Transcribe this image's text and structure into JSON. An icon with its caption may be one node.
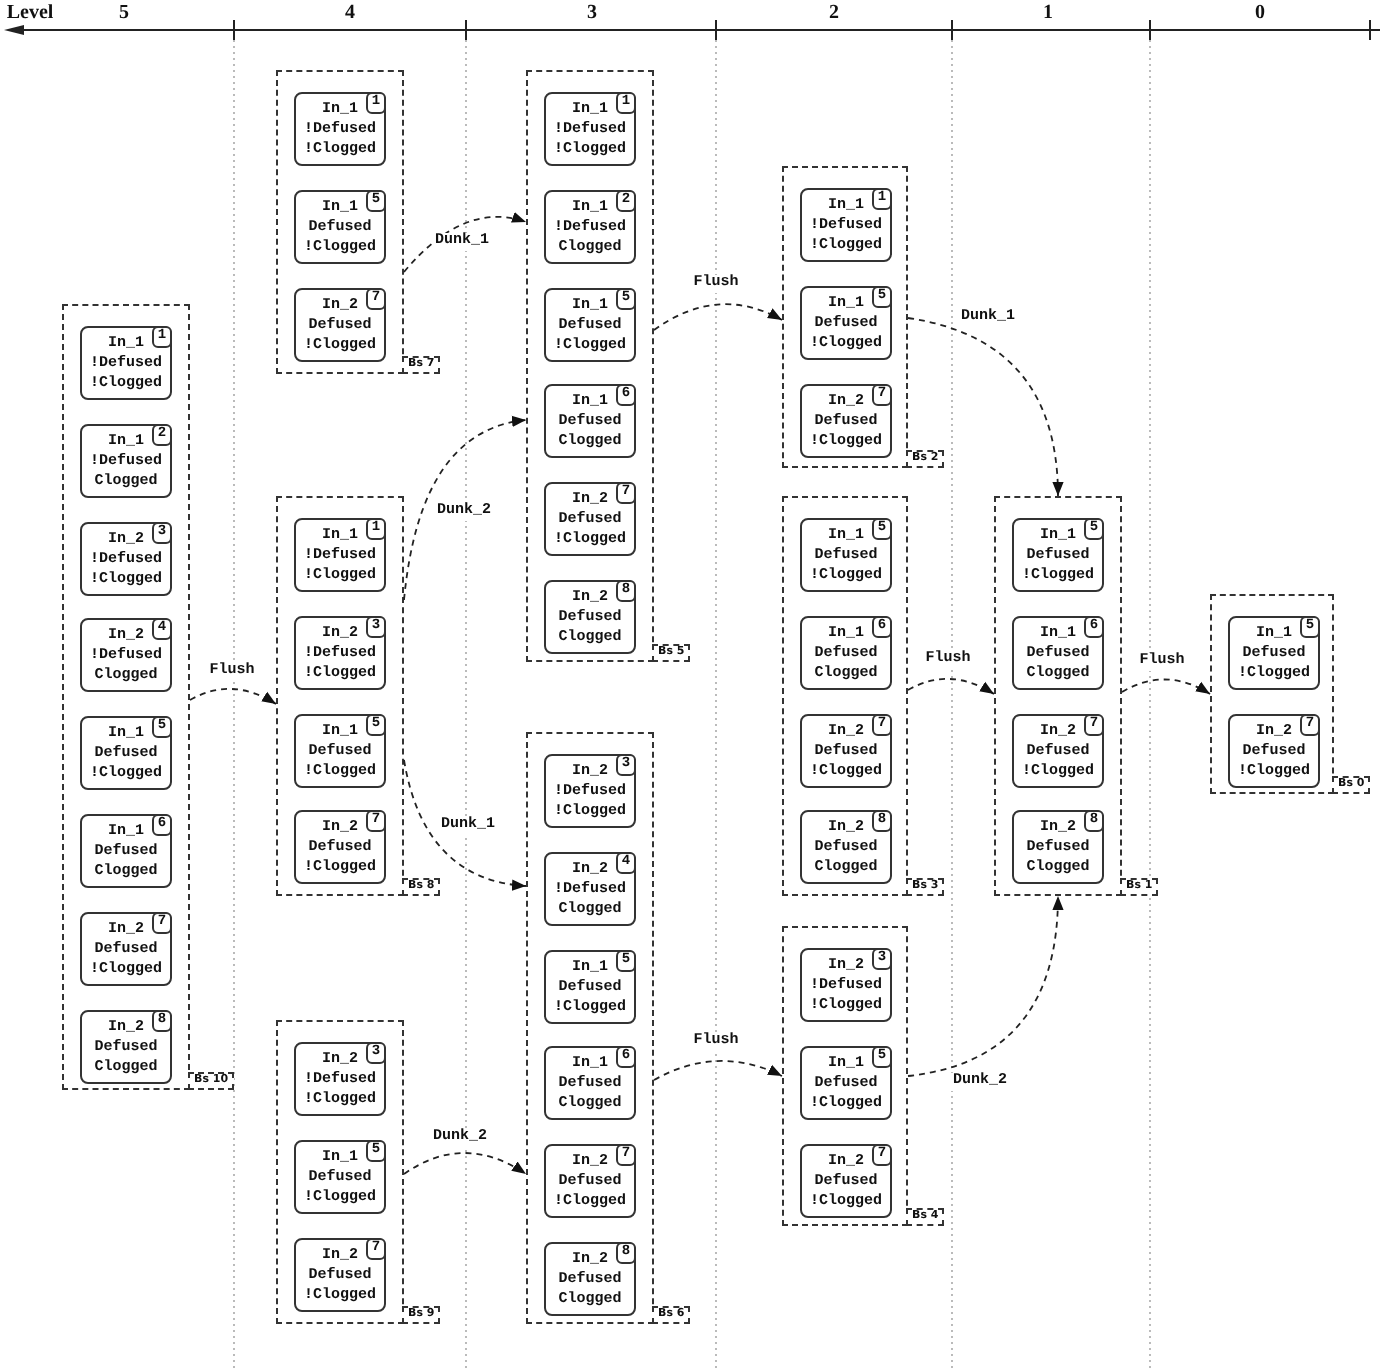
{
  "diagram": {
    "nodes": [
      {
        "text": [
          "Bs 10"
        ]
      },
      {
        "text": [
          "In_1",
          "!Defused",
          "!Clogged",
          "1"
        ],
        "in": 0
      },
      {
        "text": [
          "In_1",
          "!Defused",
          "Clogged",
          "2"
        ],
        "in": 0
      },
      {
        "text": [
          "In_2",
          "!Defused",
          "!Clogged",
          "3"
        ],
        "in": 0
      },
      {
        "text": [
          "In_2",
          "!Defused",
          "Clogged",
          "4"
        ],
        "in": 0
      },
      {
        "text": [
          "In_1",
          "Defused",
          "!Clogged",
          "5"
        ],
        "in": 0
      },
      {
        "text": [
          "In_1",
          "Defused",
          "Clogged",
          "6"
        ],
        "in": 0
      },
      {
        "text": [
          "In_2",
          "Defused",
          "!Clogged",
          "7"
        ],
        "in": 0
      },
      {
        "text": [
          "In_2",
          "Defused",
          "Clogged",
          "8"
        ],
        "in": 0
      },
      {
        "text": [
          "Bs 7"
        ]
      },
      {
        "text": [
          "In_1",
          "!Defused",
          "!Clogged",
          "1"
        ],
        "in": 9
      },
      {
        "text": [
          "In_1",
          "Defused",
          "!Clogged",
          "5"
        ],
        "in": 9
      },
      {
        "text": [
          "In_2",
          "Defused",
          "!Clogged",
          "7"
        ],
        "in": 9
      },
      {
        "text": [
          "Bs 8"
        ]
      },
      {
        "text": [
          "In_1",
          "!Defused",
          "!Clogged",
          "1"
        ],
        "in": 13
      },
      {
        "text": [
          "In_2",
          "!Defused",
          "!Clogged",
          "3"
        ],
        "in": 13
      },
      {
        "text": [
          "In_1",
          "Defused",
          "!Clogged",
          "5"
        ],
        "in": 13
      },
      {
        "text": [
          "In_2",
          "Defused",
          "!Clogged",
          "7"
        ],
        "in": 13
      },
      {
        "text": [
          "Bs 9"
        ]
      },
      {
        "text": [
          "In_2",
          "!Defused",
          "!Clogged",
          "3"
        ],
        "in": 18
      },
      {
        "text": [
          "In_1",
          "Defused",
          "!Clogged",
          "5"
        ],
        "in": 18
      },
      {
        "text": [
          "In_2",
          "Defused",
          "!Clogged",
          "7"
        ],
        "in": 18
      },
      {
        "text": [
          "Bs 5"
        ]
      },
      {
        "text": [
          "In_1",
          "!Defused",
          "!Clogged",
          "1"
        ],
        "in": 22
      },
      {
        "text": [
          "In_1",
          "!Defused",
          "Clogged",
          "2"
        ],
        "in": 22
      },
      {
        "text": [
          "In_1",
          "Defused",
          "!Clogged",
          "5"
        ],
        "in": 22
      },
      {
        "text": [
          "In_1",
          "Defused",
          "Clogged",
          "6"
        ],
        "in": 22
      },
      {
        "text": [
          "In_2",
          "Defused",
          "!Clogged",
          "7"
        ],
        "in": 22
      },
      {
        "text": [
          "In_2",
          "Defused",
          "Clogged",
          "8"
        ],
        "in": 22
      },
      {
        "text": [
          "Bs 6"
        ]
      },
      {
        "text": [
          "In_2",
          "!Defused",
          "!Clogged",
          "3"
        ],
        "in": 29
      },
      {
        "text": [
          "In_2",
          "!Defused",
          "Clogged",
          "4"
        ],
        "in": 29
      },
      {
        "text": [
          "In_1",
          "Defused",
          "!Clogged",
          "5"
        ],
        "in": 29
      },
      {
        "text": [
          "In_1",
          "Defused",
          "Clogged",
          "6"
        ],
        "in": 29
      },
      {
        "text": [
          "In_2",
          "Defused",
          "!Clogged",
          "7"
        ],
        "in": 29
      },
      {
        "text": [
          "In_2",
          "Defused",
          "Clogged",
          "8"
        ],
        "in": 29
      },
      {
        "text": [
          "Bs 2"
        ]
      },
      {
        "text": [
          "In_1",
          "!Defused",
          "!Clogged",
          "1"
        ],
        "in": 36
      },
      {
        "text": [
          "In_1",
          "Defused",
          "!Clogged",
          "5"
        ],
        "in": 36
      },
      {
        "text": [
          "In_2",
          "Defused",
          "!Clogged",
          "7"
        ],
        "in": 36
      },
      {
        "text": [
          "Bs 3"
        ]
      },
      {
        "text": [
          "In_1",
          "Defused",
          "!Clogged",
          "5"
        ],
        "in": 40
      },
      {
        "text": [
          "In_1",
          "Defused",
          "Clogged",
          "6"
        ],
        "in": 40
      },
      {
        "text": [
          "In_2",
          "Defused",
          "!Clogged",
          "7"
        ],
        "in": 40
      },
      {
        "text": [
          "In_2",
          "Defused",
          "Clogged",
          "8"
        ],
        "in": 40
      },
      {
        "text": [
          "Bs 4"
        ]
      },
      {
        "text": [
          "In_2",
          "!Defused",
          "!Clogged",
          "3"
        ],
        "in": 45
      },
      {
        "text": [
          "In_1",
          "Defused",
          "!Clogged",
          "5"
        ],
        "in": 45
      },
      {
        "text": [
          "In_2",
          "Defused",
          "!Clogged",
          "7"
        ],
        "in": 45
      },
      {
        "text": [
          "Bs 1"
        ]
      },
      {
        "text": [
          "In_1",
          "Defused",
          "!Clogged",
          "5"
        ],
        "in": 49
      },
      {
        "text": [
          "In_1",
          "Defused",
          "Clogged",
          "6"
        ],
        "in": 49
      },
      {
        "text": [
          "In_2",
          "Defused",
          "!Clogged",
          "7"
        ],
        "in": 49
      },
      {
        "text": [
          "In_2",
          "Defused",
          "Clogged",
          "8"
        ],
        "in": 49
      },
      {
        "text": [
          "Bs 0"
        ]
      },
      {
        "text": [
          "In_1",
          "Defused",
          "!Clogged",
          "5"
        ],
        "in": 54
      },
      {
        "text": [
          "In_2",
          "Defused",
          "!Clogged",
          "7"
        ],
        "in": 54
      }
    ],
    "edges": [
      {
        "from": 0,
        "to": 13,
        "label": "Flush",
        "arrow": "to",
        "style": "dashed"
      },
      {
        "from": 9,
        "to": 22,
        "label": "Dunk_1",
        "arrow": "to",
        "style": "dashed"
      },
      {
        "from": 13,
        "to": 22,
        "label": "Dunk_2",
        "arrow": "to",
        "style": "dashed"
      },
      {
        "from": 13,
        "to": 29,
        "label": "Dunk_1",
        "arrow": "to",
        "style": "dashed"
      },
      {
        "from": 18,
        "to": 29,
        "label": "Dunk_2",
        "arrow": "to",
        "style": "dashed"
      },
      {
        "from": 22,
        "to": 36,
        "label": "Flush",
        "arrow": "to",
        "style": "dashed"
      },
      {
        "from": 29,
        "to": 45,
        "label": "Flush",
        "arrow": "to",
        "style": "dashed"
      },
      {
        "from": 36,
        "to": 49,
        "label": "Dunk_1",
        "arrow": "to",
        "style": "dashed"
      },
      {
        "from": 40,
        "to": 49,
        "label": "Flush",
        "arrow": "to",
        "style": "dashed"
      },
      {
        "from": 45,
        "to": 49,
        "label": "Dunk_2",
        "arrow": "to",
        "style": "dashed"
      },
      {
        "from": 49,
        "to": 54,
        "label": "Flush",
        "arrow": "to",
        "style": "dashed"
      }
    ],
    "labels": [
      "Level",
      "5",
      "4",
      "3",
      "2",
      "1",
      "0"
    ]
  }
}
